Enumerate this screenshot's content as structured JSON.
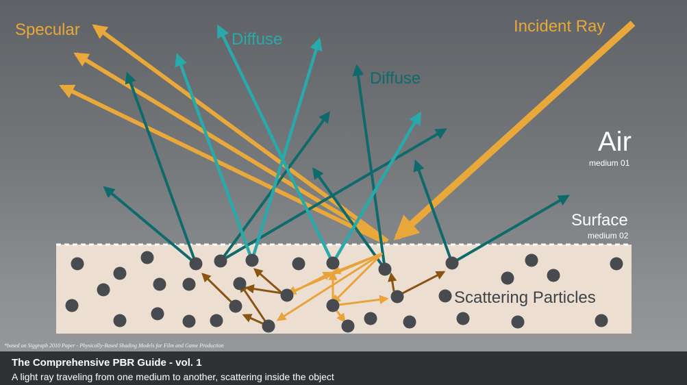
{
  "labels": {
    "specular": "Specular",
    "incident_ray": "Incident Ray",
    "diffuse_1": "Diffuse",
    "diffuse_2": "Diffuse",
    "air": "Air",
    "air_medium": "medium 01",
    "surface": "Surface",
    "surface_medium": "medium 02",
    "scattering_particles": "Scattering Particles"
  },
  "footnote": "*based on Siggraph 2010 Paper - Physically-Based Shading Models for Film and Game Production",
  "caption": {
    "title": "The Comprehensive PBR Guide - vol. 1",
    "subtitle": "A light ray traveling from one medium to another, scattering inside the object"
  },
  "colors": {
    "specular_orange": "#e9a83a",
    "diffuse_light_teal": "#2aa9ab",
    "diffuse_dark_teal": "#0f6a6c",
    "scatter_orange": "#e8a33a",
    "scatter_brown": "#8a5412",
    "particle": "#474b50",
    "medium_fill": "#ecdfd2"
  }
}
